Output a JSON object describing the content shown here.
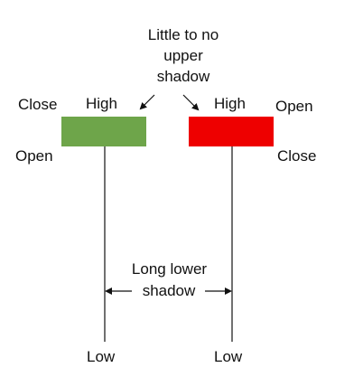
{
  "top_annotation": {
    "line1": "Little to no",
    "line2": "upper",
    "line3": "shadow"
  },
  "left_candle": {
    "high_label": "High",
    "top_label": "Close",
    "bottom_label": "Open",
    "low_label": "Low",
    "color": "#6ea54a"
  },
  "right_candle": {
    "high_label": "High",
    "top_label": "Open",
    "bottom_label": "Close",
    "low_label": "Low",
    "color": "#ee0000"
  },
  "middle_annotation": {
    "line1": "Long lower",
    "line2": "shadow"
  },
  "colors": {
    "text": "#111111",
    "line": "#111111"
  }
}
